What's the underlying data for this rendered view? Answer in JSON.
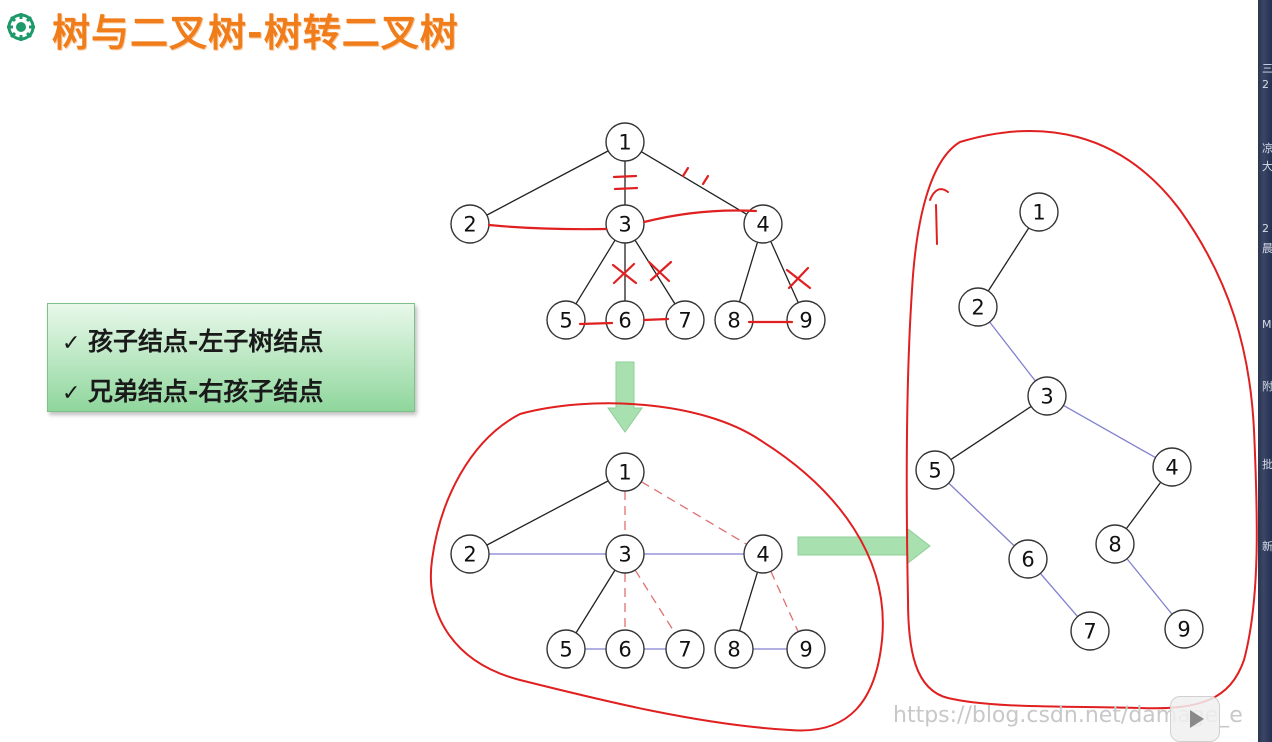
{
  "title": "树与二叉树-树转二叉树",
  "rules": [
    {
      "check": "✓",
      "text": "孩子结点-左子树结点"
    },
    {
      "check": "✓",
      "text": "兄弟结点-右孩子结点"
    }
  ],
  "watermark": "https://blog.csdn.net/damage_e",
  "side_glyphs": [
    "三",
    "2",
    "凉",
    "大",
    "2",
    "晨",
    "M",
    "附",
    "批",
    "新"
  ],
  "colors": {
    "title": "#f07d1a",
    "tree_edge": "#222222",
    "sibling_edge": "#8080d0",
    "annotation": "#e02020",
    "arrow": "#a8e0b0"
  },
  "diagram": {
    "tree_original": {
      "nodes": [
        "1",
        "2",
        "3",
        "4",
        "5",
        "6",
        "7",
        "8",
        "9"
      ],
      "edges": [
        [
          "1",
          "2"
        ],
        [
          "1",
          "3"
        ],
        [
          "1",
          "4"
        ],
        [
          "3",
          "5"
        ],
        [
          "3",
          "6"
        ],
        [
          "3",
          "7"
        ],
        [
          "4",
          "8"
        ],
        [
          "4",
          "9"
        ]
      ]
    },
    "tree_connected": {
      "nodes": [
        "1",
        "2",
        "3",
        "4",
        "5",
        "6",
        "7",
        "8",
        "9"
      ],
      "child_edges": [
        [
          "1",
          "2"
        ],
        [
          "3",
          "5"
        ],
        [
          "4",
          "8"
        ]
      ],
      "sibling_edges": [
        [
          "2",
          "3"
        ],
        [
          "3",
          "4"
        ],
        [
          "5",
          "6"
        ],
        [
          "6",
          "7"
        ],
        [
          "8",
          "9"
        ]
      ],
      "removed_edges": [
        [
          "1",
          "3"
        ],
        [
          "1",
          "4"
        ],
        [
          "3",
          "6"
        ],
        [
          "3",
          "7"
        ],
        [
          "4",
          "9"
        ]
      ]
    },
    "binary_tree": {
      "nodes": [
        "1",
        "2",
        "3",
        "4",
        "5",
        "6",
        "7",
        "8",
        "9"
      ],
      "left_edges": [
        [
          "1",
          "2"
        ],
        [
          "3",
          "5"
        ],
        [
          "4",
          "8"
        ]
      ],
      "right_edges": [
        [
          "2",
          "3"
        ],
        [
          "3",
          "4"
        ],
        [
          "5",
          "6"
        ],
        [
          "6",
          "7"
        ],
        [
          "8",
          "9"
        ]
      ]
    }
  }
}
